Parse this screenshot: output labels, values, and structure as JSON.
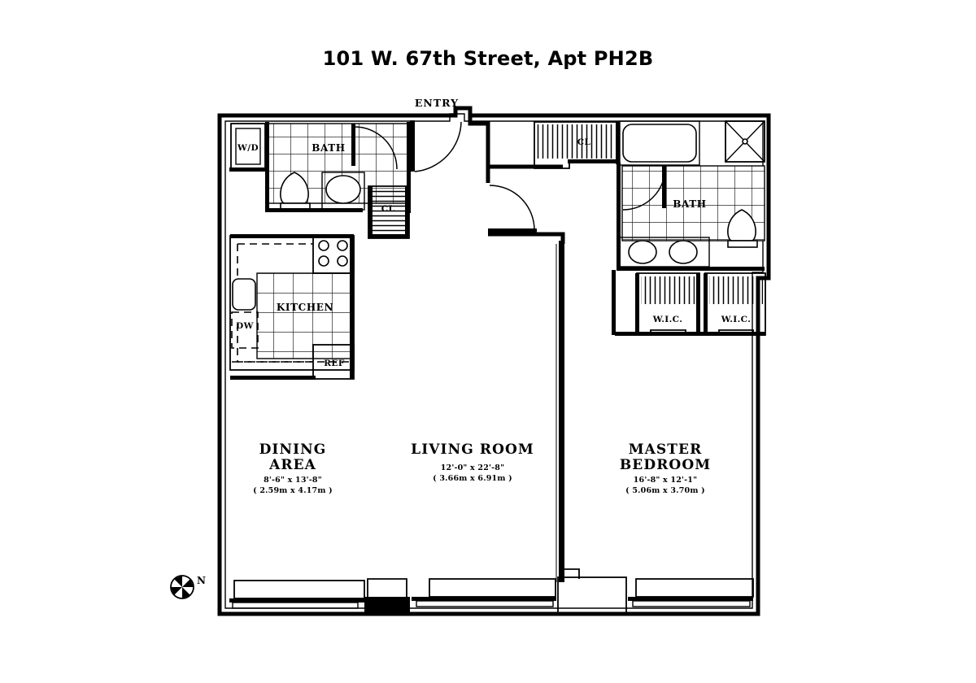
{
  "title": "101 W. 67th Street, Apt PH2B",
  "plan": {
    "entry_label": "ENTRY",
    "compass_label": "N",
    "rooms": [
      {
        "id": "dining-area",
        "name_line1": "DINING",
        "name_line2": "AREA",
        "dim_imperial": "8'-6\" x 13'-8\"",
        "dim_metric": "( 2.59m x 4.17m )"
      },
      {
        "id": "living-room",
        "name_line1": "LIVING  ROOM",
        "name_line2": "",
        "dim_imperial": "12'-0\" x 22'-8\"",
        "dim_metric": "( 3.66m x 6.91m )"
      },
      {
        "id": "master-bedroom",
        "name_line1": "MASTER",
        "name_line2": "BEDROOM",
        "dim_imperial": "16'-8\" x 12'-1\"",
        "dim_metric": "( 5.06m x 3.70m )"
      }
    ],
    "fixtures": {
      "washer_dryer": "W/D",
      "bath_guest": "BATH",
      "bath_master": "BATH",
      "closet_hall": "CL",
      "closet_foyer": "CL",
      "kitchen": "KITCHEN",
      "dishwasher": "DW",
      "refrigerator": "REF",
      "walk_in_closet_1": "W.I.C.",
      "walk_in_closet_2": "W.I.C."
    },
    "colors": {
      "ink": "#000000",
      "paper": "#ffffff"
    }
  }
}
